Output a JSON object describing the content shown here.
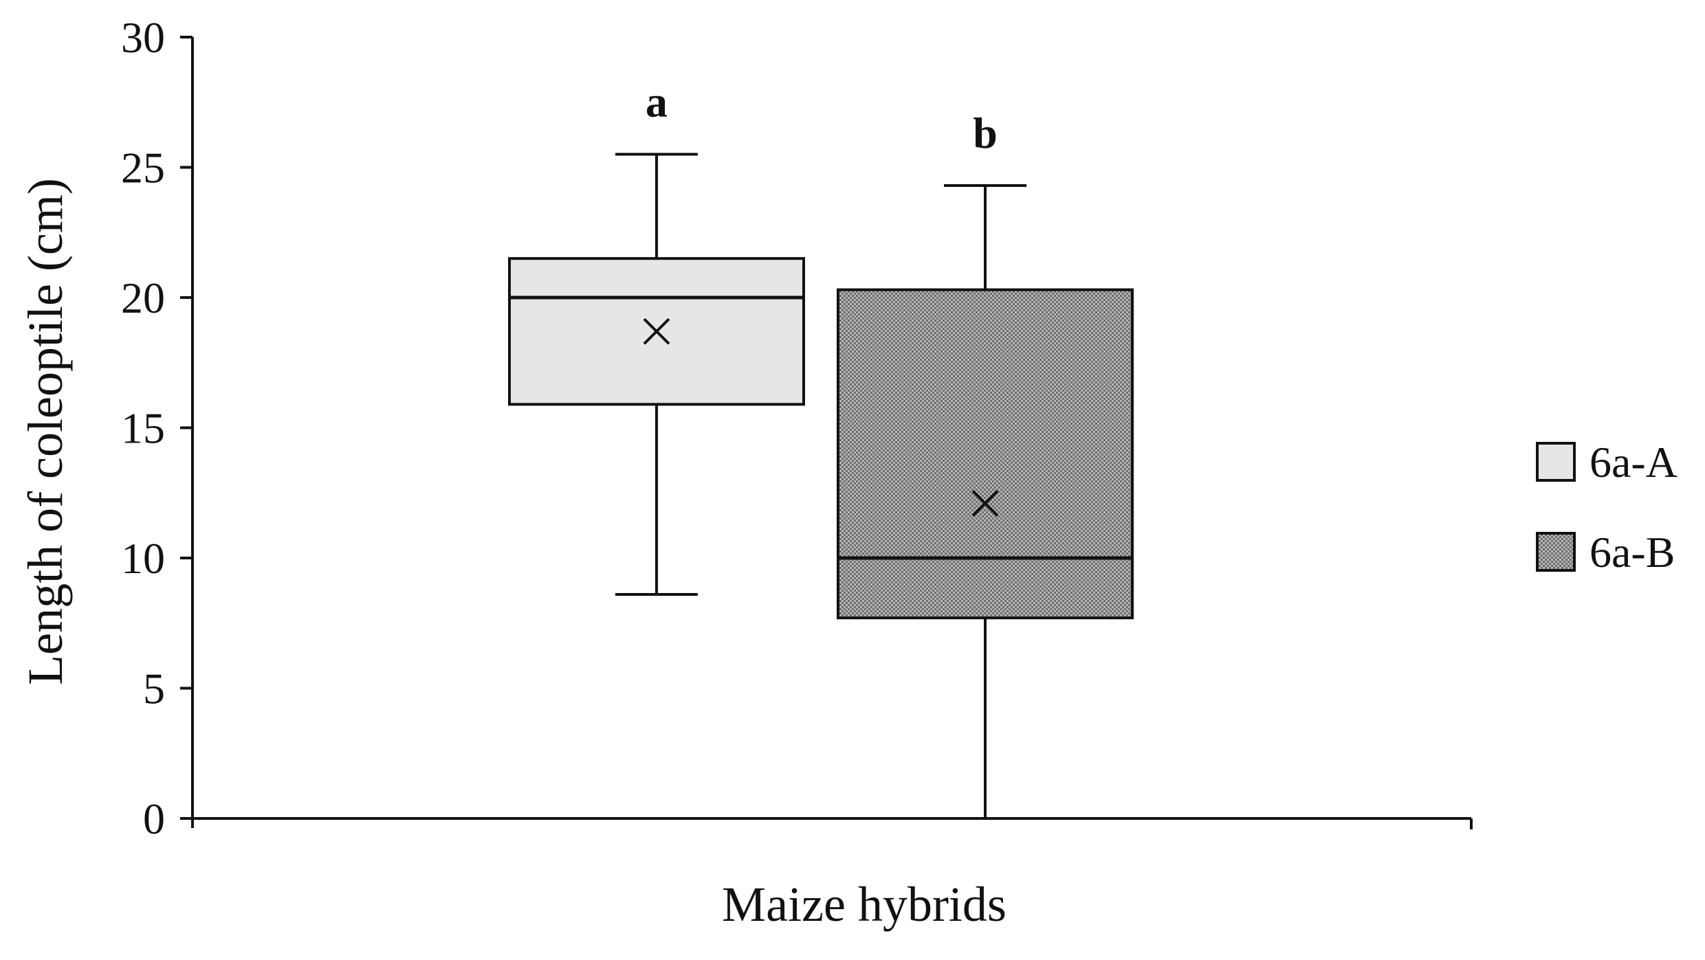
{
  "chart_data": {
    "type": "boxplot",
    "xlabel": "Maize hybrids",
    "ylabel": "Length of coleoptile (cm)",
    "ylim": [
      0,
      30
    ],
    "yticks": [
      0,
      5,
      10,
      15,
      20,
      25,
      30
    ],
    "grid": false,
    "legend_position": "right",
    "series": [
      {
        "name": "6a-A",
        "min": 8.6,
        "q1": 15.9,
        "median": 20.0,
        "q3": 21.5,
        "max": 25.5,
        "mean": 18.7,
        "significance": "a",
        "color": "#e6e6e6"
      },
      {
        "name": "6a-B",
        "min": 0,
        "q1": 7.7,
        "median": 10.0,
        "q3": 20.3,
        "max": 24.3,
        "mean": 12.1,
        "significance": "b",
        "color": "#9a9a9a"
      }
    ]
  }
}
